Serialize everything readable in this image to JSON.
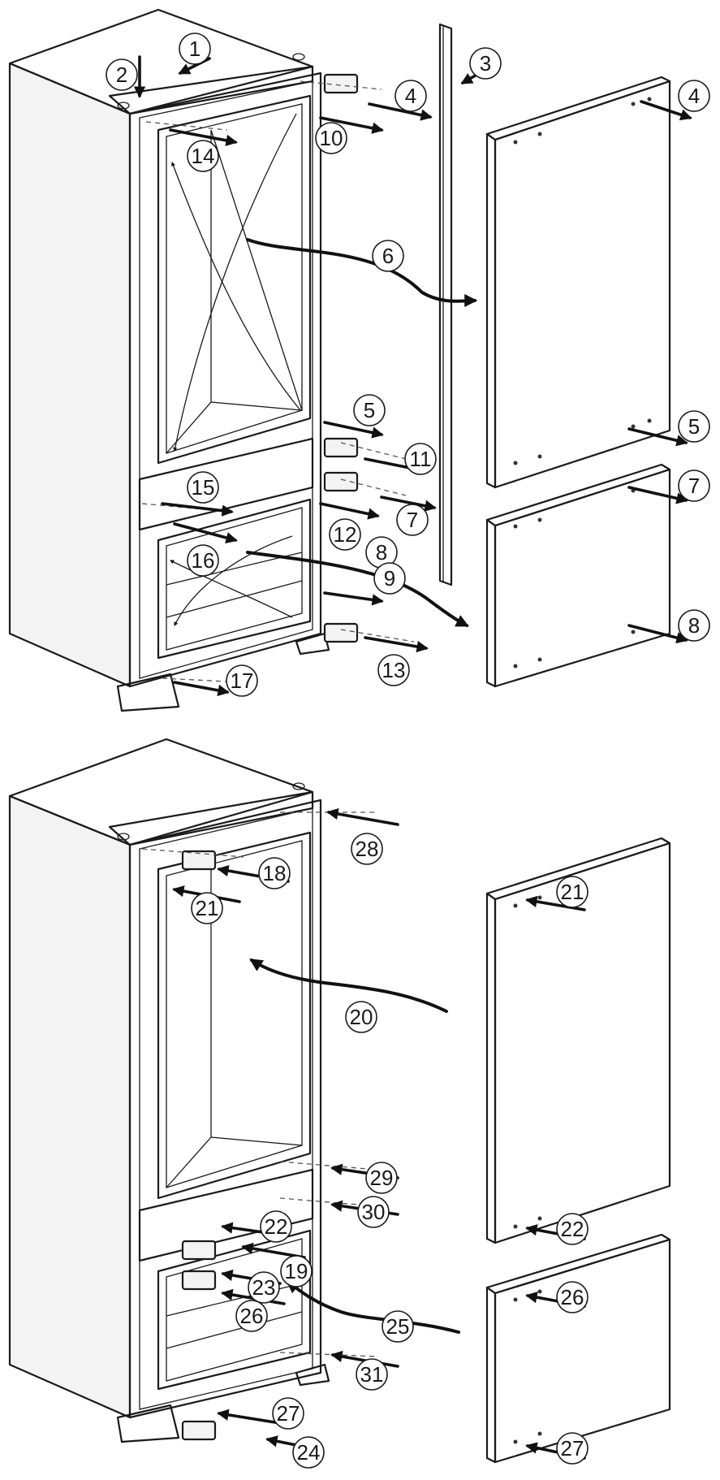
{
  "callouts": {
    "top": [
      "1",
      "2",
      "3",
      "4",
      "4",
      "10",
      "14",
      "6",
      "5",
      "5",
      "11",
      "15",
      "7",
      "7",
      "12",
      "8",
      "16",
      "9",
      "8",
      "13",
      "17"
    ],
    "bottom": [
      "28",
      "18",
      "21",
      "21",
      "20",
      "29",
      "22",
      "30",
      "22",
      "19",
      "23",
      "26",
      "26",
      "25",
      "27",
      "31",
      "24",
      "27"
    ]
  }
}
